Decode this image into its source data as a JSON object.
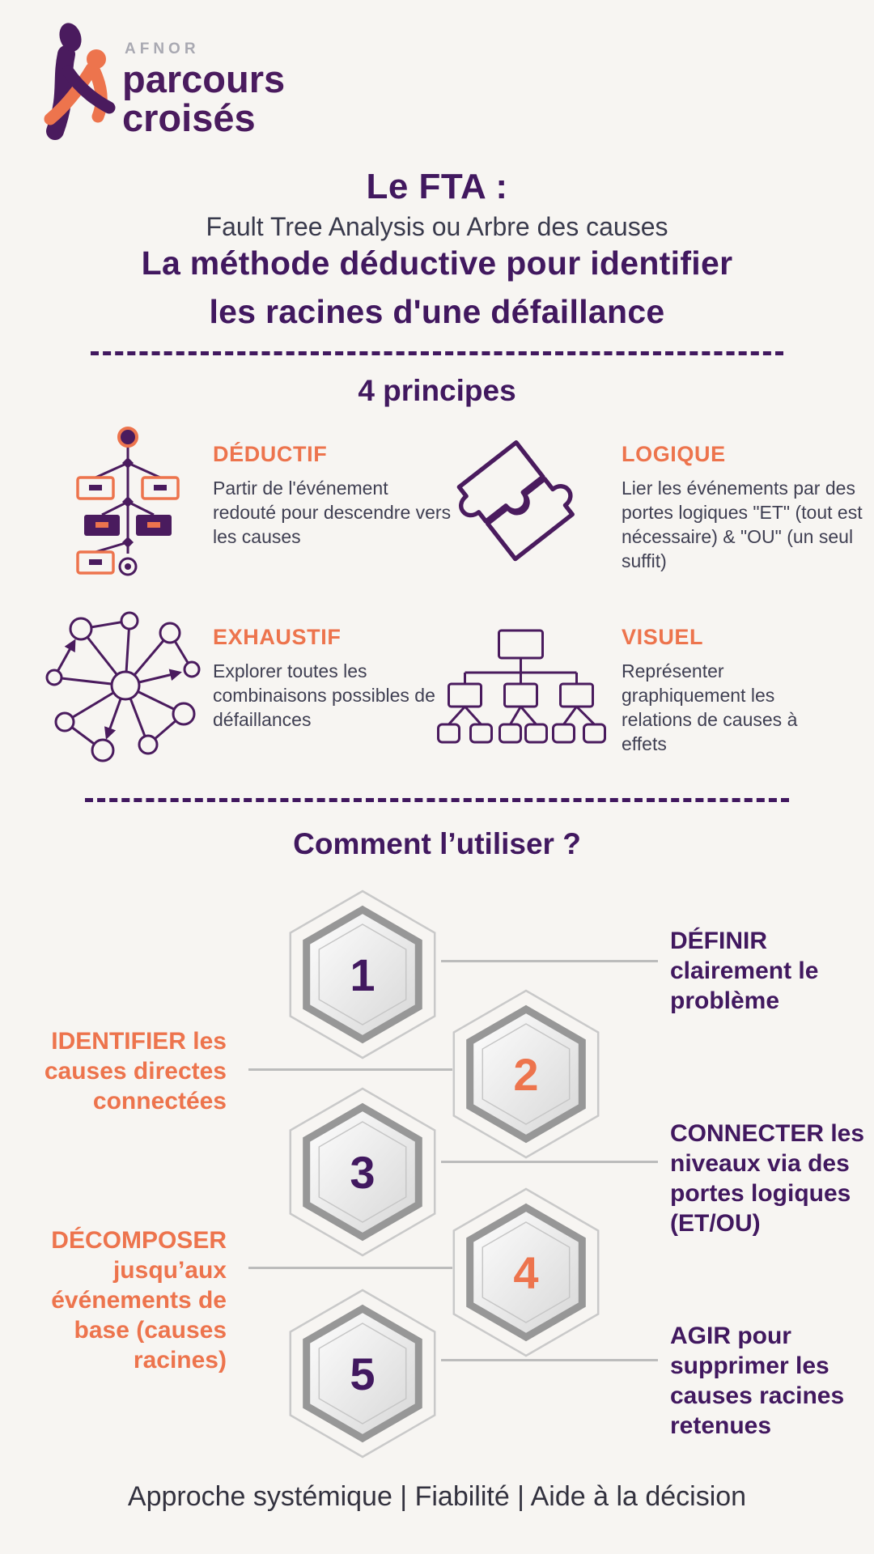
{
  "colors": {
    "purple": "#41185f",
    "orange": "#ed744d",
    "background": "#f7f5f2"
  },
  "logo": {
    "afnor": "AFNOR",
    "line1": "parcours",
    "line2": "croisés"
  },
  "header": {
    "title": "Le FTA :",
    "subtitle": "Fault Tree Analysis ou Arbre des causes",
    "tagline1": "La méthode déductive pour identifier",
    "tagline2": "les racines d'une défaillance"
  },
  "principles": {
    "heading": "4 principes",
    "items": [
      {
        "icon": "fault-tree-icon",
        "title": "DÉDUCTIF",
        "text": "Partir de l'événement redouté pour descendre vers les causes"
      },
      {
        "icon": "puzzle-icon",
        "title": "LOGIQUE",
        "text": "Lier les événements par des portes logiques \"ET\" (tout est nécessaire) & \"OU\" (un seul suffit)"
      },
      {
        "icon": "network-graph-icon",
        "title": "EXHAUSTIF",
        "text": "Explorer toutes les combinaisons possibles de défaillances"
      },
      {
        "icon": "tree-diagram-icon",
        "title": "VISUEL",
        "text": "Représenter graphiquement les relations de causes à effets"
      }
    ]
  },
  "how_to": {
    "heading": "Comment l’utiliser ?",
    "steps": [
      {
        "number": "1",
        "side": "right",
        "color": "purple",
        "label": "DÉFINIR clairement le problème"
      },
      {
        "number": "2",
        "side": "left",
        "color": "orange",
        "label": "IDENTIFIER les causes directes connectées"
      },
      {
        "number": "3",
        "side": "right",
        "color": "purple",
        "label": "CONNECTER les niveaux via des portes logiques (ET/OU)"
      },
      {
        "number": "4",
        "side": "left",
        "color": "orange",
        "label": "DÉCOMPOSER jusqu’aux événements de base (causes racines)"
      },
      {
        "number": "5",
        "side": "right",
        "color": "purple",
        "label": "AGIR pour supprimer les causes racines retenues"
      }
    ]
  },
  "footer": {
    "text": "Approche systémique | Fiabilité | Aide à la décision"
  }
}
